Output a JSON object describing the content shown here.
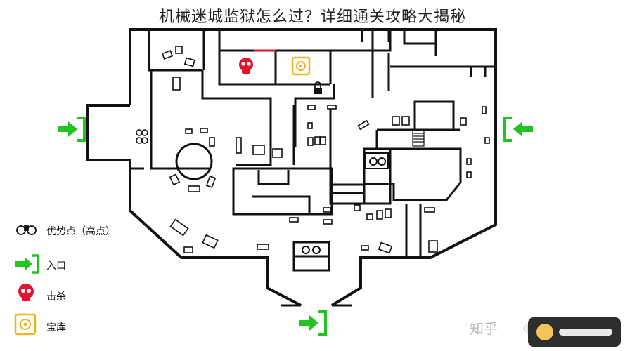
{
  "title": "机械迷城监狱怎么过？详细通关攻略大揭秘",
  "legend": [
    {
      "icon": "binoculars-icon",
      "label": "优势点（高点）"
    },
    {
      "icon": "entrance-arrow-icon",
      "label": "入口"
    },
    {
      "icon": "skull-icon",
      "label": "击杀"
    },
    {
      "icon": "vault-icon",
      "label": "宝库"
    }
  ],
  "watermark": {
    "text": "知乎",
    "handle": "@"
  },
  "colors": {
    "wall": "#111111",
    "entrance": "#22c422",
    "skull": "#e0142c",
    "vault": "#e7b824",
    "red_line": "#e0142c"
  }
}
